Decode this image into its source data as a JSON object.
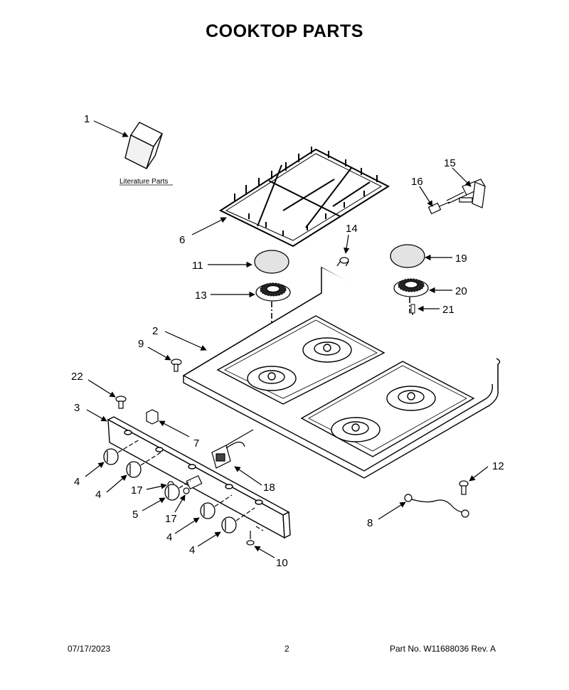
{
  "page": {
    "title": "COOKTOP  PARTS",
    "literature_label": "Literature Parts"
  },
  "callouts": [
    {
      "id": "c1",
      "label": "1"
    },
    {
      "id": "c6",
      "label": "6"
    },
    {
      "id": "c15",
      "label": "15"
    },
    {
      "id": "c16",
      "label": "16"
    },
    {
      "id": "c14",
      "label": "14"
    },
    {
      "id": "c11",
      "label": "11"
    },
    {
      "id": "c19",
      "label": "19"
    },
    {
      "id": "c13",
      "label": "13"
    },
    {
      "id": "c20",
      "label": "20"
    },
    {
      "id": "c21",
      "label": "21"
    },
    {
      "id": "c2",
      "label": "2"
    },
    {
      "id": "c9",
      "label": "9"
    },
    {
      "id": "c22",
      "label": "22"
    },
    {
      "id": "c3",
      "label": "3"
    },
    {
      "id": "c7",
      "label": "7"
    },
    {
      "id": "c4a",
      "label": "4"
    },
    {
      "id": "c4b",
      "label": "4"
    },
    {
      "id": "c17a",
      "label": "17"
    },
    {
      "id": "c18",
      "label": "18"
    },
    {
      "id": "c5",
      "label": "5"
    },
    {
      "id": "c17b",
      "label": "17"
    },
    {
      "id": "c4c",
      "label": "4"
    },
    {
      "id": "c4d",
      "label": "4"
    },
    {
      "id": "c10",
      "label": "10"
    },
    {
      "id": "c12",
      "label": "12"
    },
    {
      "id": "c8",
      "label": "8"
    }
  ],
  "footer": {
    "date": "07/17/2023",
    "page_number": "2",
    "part_number": "Part No.  W11688036  Rev.  A"
  }
}
